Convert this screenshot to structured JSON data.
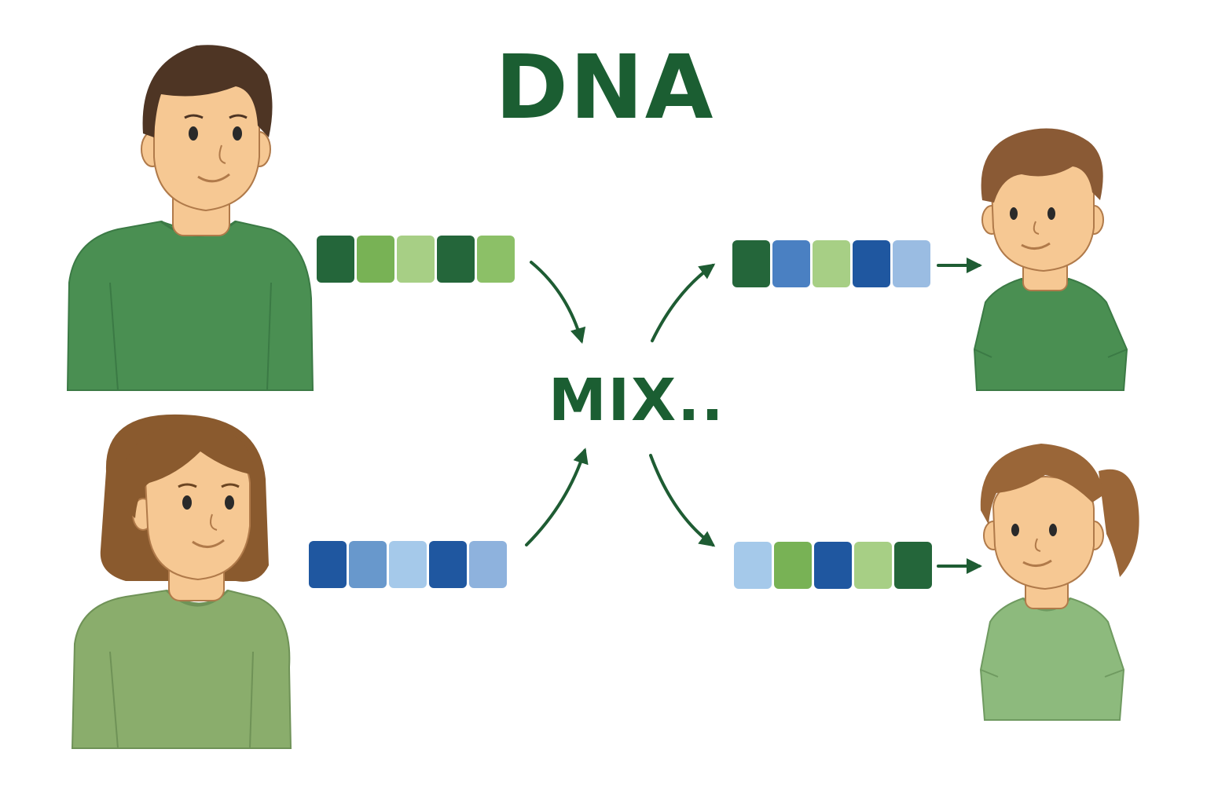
{
  "title": "DNA",
  "mix_label": "MIX..",
  "colors": {
    "title": "#1b5e32",
    "arrow": "#1e5c33",
    "skin": "#f6c893",
    "skin_outline": "#b07a4a",
    "male_hair": "#4e3524",
    "female_hair": "#8a5a2e",
    "boy_hair": "#8a5a35",
    "girl_hair": "#9a6638",
    "father_shirt": "#4a8f52",
    "mother_shirt": "#8aad6c",
    "boy_shirt": "#4a8f52",
    "girl_shirt": "#8dba7d"
  },
  "people": [
    {
      "role": "father",
      "icon": "man-figure-icon"
    },
    {
      "role": "mother",
      "icon": "woman-figure-icon"
    },
    {
      "role": "son",
      "icon": "boy-figure-icon"
    },
    {
      "role": "daughter",
      "icon": "girl-figure-icon"
    }
  ],
  "dna_strands": {
    "father": [
      "#24663a",
      "#78b255",
      "#a7cf85",
      "#24663a",
      "#8cc067"
    ],
    "mother": [
      "#1f57a0",
      "#6898cc",
      "#a5c9ea",
      "#1f57a0",
      "#8eb2dd"
    ],
    "son": [
      "#24663a",
      "#4a80c2",
      "#a7cf85",
      "#1f57a0",
      "#9abce2"
    ],
    "daughter": [
      "#a5c9ea",
      "#78b255",
      "#1f57a0",
      "#a7cf85",
      "#24663a"
    ]
  }
}
